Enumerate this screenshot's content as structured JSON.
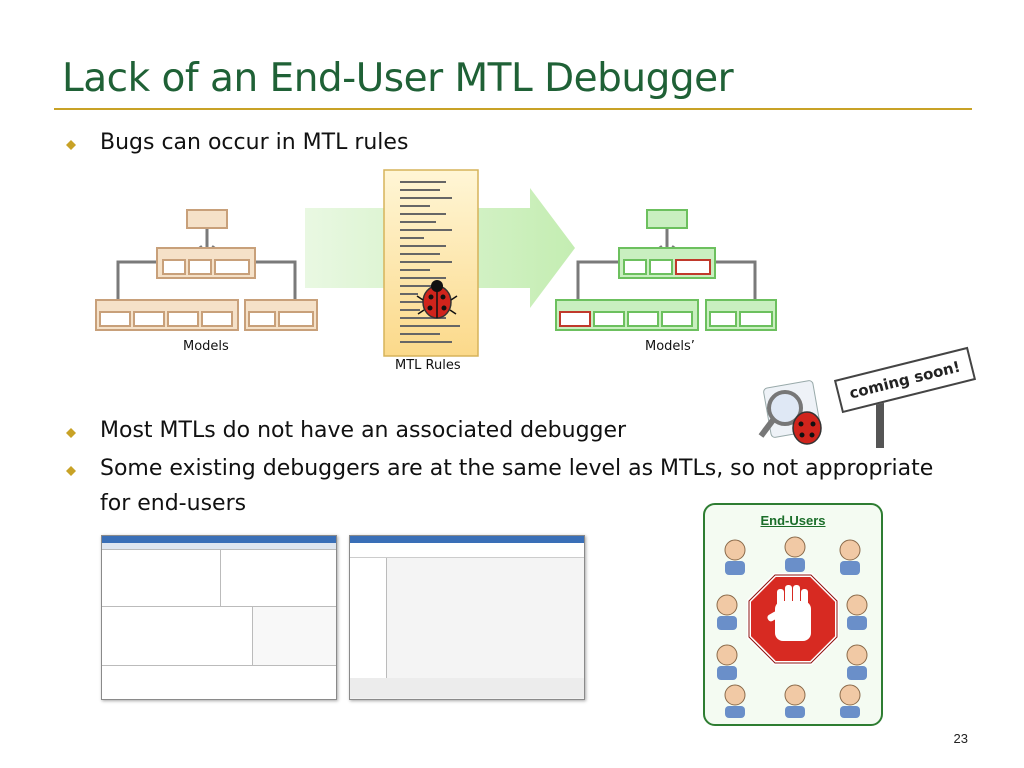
{
  "slide": {
    "title": "Lack of an End-User MTL Debugger",
    "page_number": "23"
  },
  "bullets": [
    {
      "text": "Bugs can occur in MTL rules"
    },
    {
      "text": "Most MTLs do not have an associated debugger"
    },
    {
      "text": "Some existing debuggers are at the same level as MTLs, so not appropriate"
    },
    {
      "text": "for end-users"
    }
  ],
  "diagram": {
    "left_caption": "Models",
    "center_caption": "MTL Rules",
    "right_caption": "Models’"
  },
  "coming_soon": {
    "text": "coming soon!"
  },
  "end_users": {
    "title": "End-Users"
  },
  "colors": {
    "title": "#1f6136",
    "rule": "#c8a226",
    "model_fill": "#f5e1c8",
    "model_border": "#c8a07a",
    "model_prime_fill": "#c9efc0",
    "model_prime_border": "#6cc05e",
    "error_border": "#c0392b",
    "arrow": "#c9f0b8"
  }
}
